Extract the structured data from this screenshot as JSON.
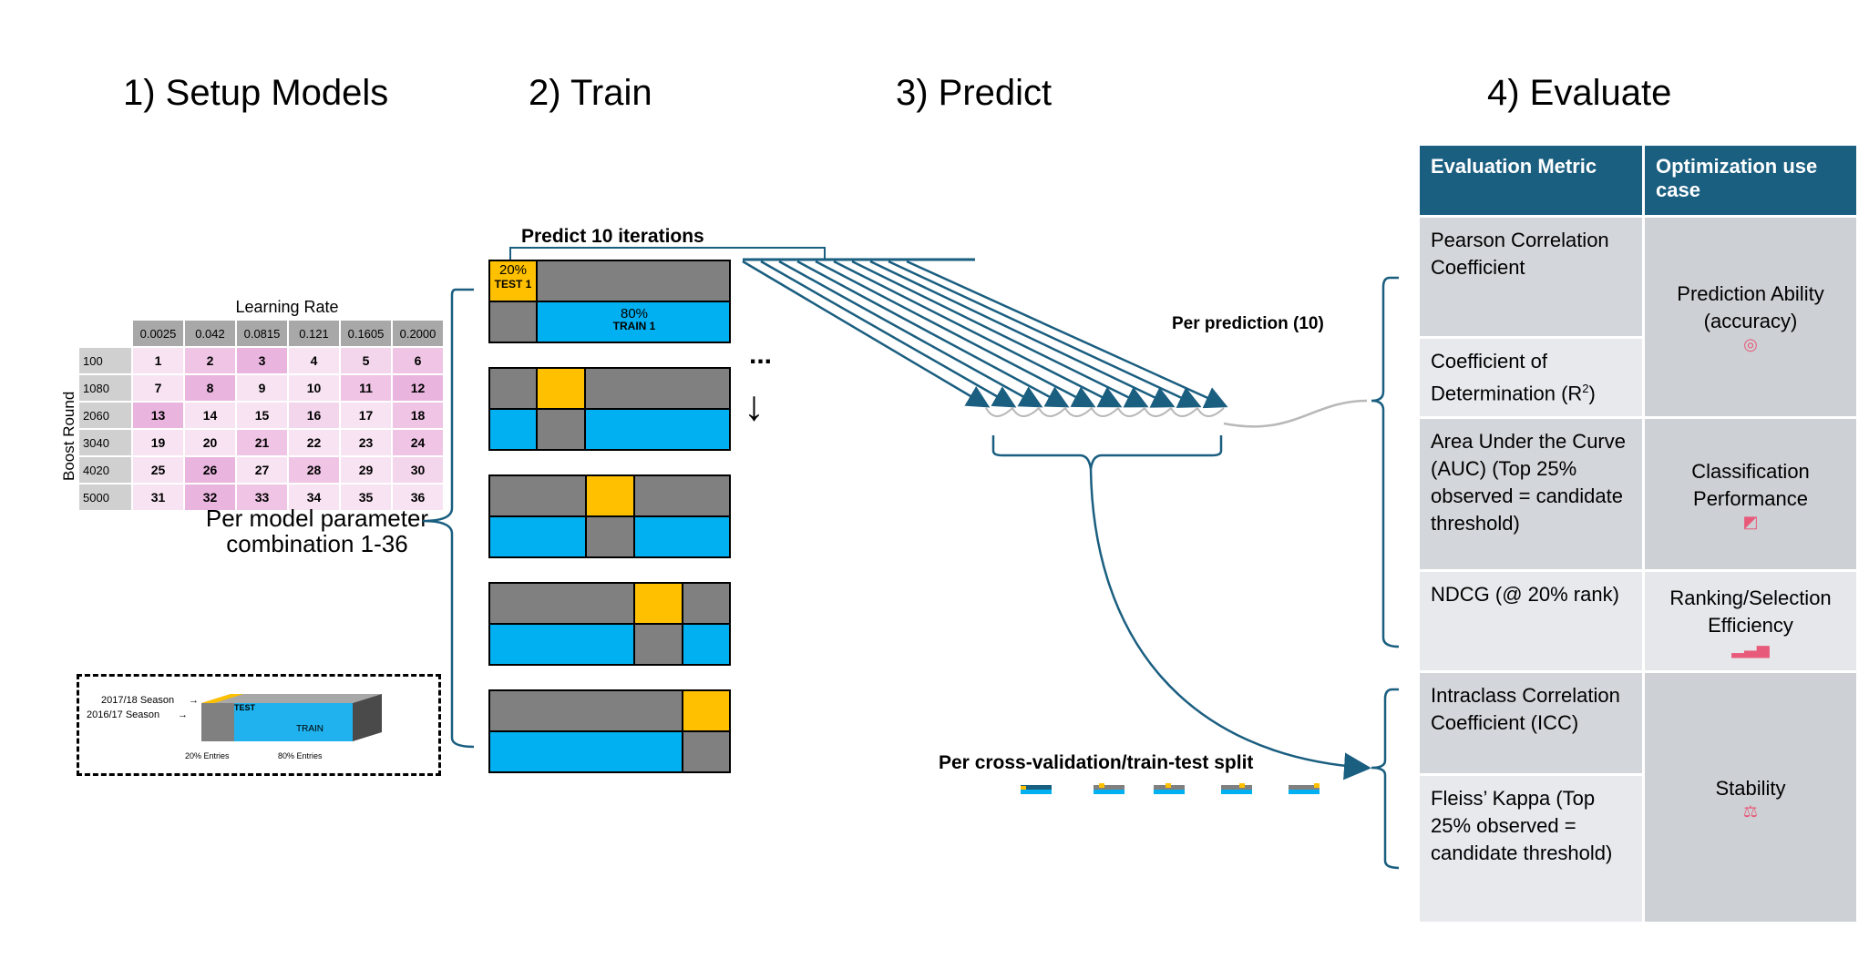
{
  "headings": {
    "setup": "1) Setup Models",
    "train": "2) Train",
    "predict": "3)  Predict",
    "evaluate": "4) Evaluate"
  },
  "grid": {
    "learning_rate_label": "Learning Rate",
    "boost_round_label": "Boost Round",
    "learning_rates": [
      "0.0025",
      "0.042",
      "0.0815",
      "0.121",
      "0.1605",
      "0.2000"
    ],
    "boost_rounds": [
      "100",
      "1080",
      "2060",
      "3040",
      "4020",
      "5000"
    ],
    "cells": [
      [
        "1",
        "2",
        "3",
        "4",
        "5",
        "6"
      ],
      [
        "7",
        "8",
        "9",
        "10",
        "11",
        "12"
      ],
      [
        "13",
        "14",
        "15",
        "16",
        "17",
        "18"
      ],
      [
        "19",
        "20",
        "21",
        "22",
        "23",
        "24"
      ],
      [
        "25",
        "26",
        "27",
        "28",
        "29",
        "30"
      ],
      [
        "31",
        "32",
        "33",
        "34",
        "35",
        "36"
      ]
    ],
    "caption": "Per model parameter combination 1-36"
  },
  "inset": {
    "season_test": "2017/18 Season",
    "season_train": "2016/17 Season",
    "test_label": "TEST",
    "train_label": "TRAIN",
    "test_entries": "20% Entries",
    "train_entries": "80% Entries"
  },
  "train": {
    "predict_iterations": "Predict 10 iterations",
    "test_pct": "20%",
    "test_label": "TEST 1",
    "train_pct": "80%",
    "train_label": "TRAIN 1",
    "ellipsis": "...",
    "down_arrow": "↓"
  },
  "predict": {
    "per_prediction": "Per prediction (10)",
    "per_split": "Per cross-validation/train-test split"
  },
  "evaluate": {
    "col_metric": "Evaluation Metric",
    "col_use": "Optimization use case",
    "metrics": {
      "pearson": "Pearson Correlation Coefficient",
      "r2": "Coefficient of Determination (R",
      "r2_sup": "2",
      "r2_end": ")",
      "auc": "Area Under the Curve (AUC) (Top 25%  observed = candidate threshold)",
      "ndcg": "NDCG (@ 20% rank)",
      "icc": "Intraclass Correlation Coefficient (ICC)",
      "kappa": "Fleiss’ Kappa (Top 25%  observed = candidate threshold)"
    },
    "uses": {
      "accuracy": "Prediction Ability (accuracy)",
      "classification": "Classification Performance",
      "ranking": "Ranking/Selection Efficiency",
      "stability": "Stability"
    },
    "icons": [
      "target-icon",
      "chart-icon",
      "bars-icon",
      "scale-icon"
    ]
  }
}
